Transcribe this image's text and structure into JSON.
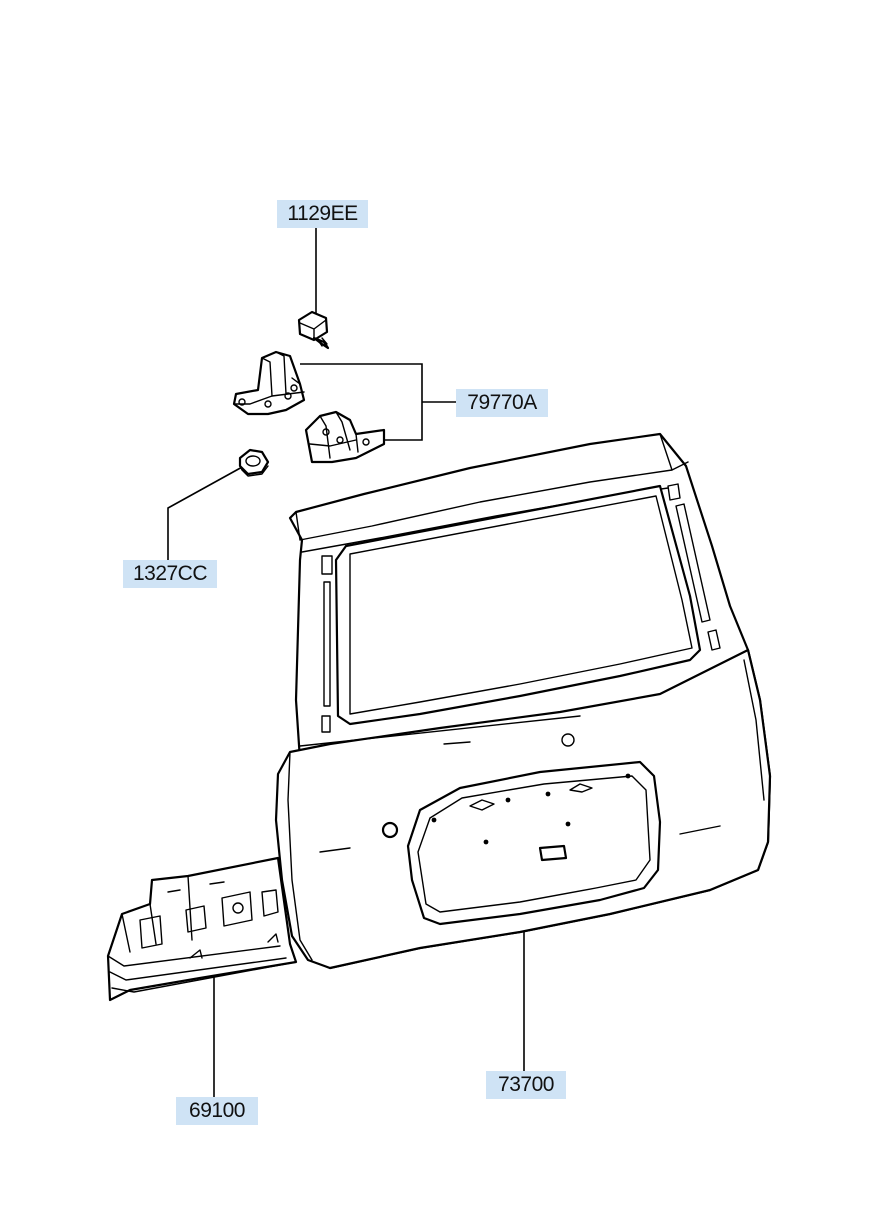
{
  "callouts": {
    "bolt": "1129EE",
    "hinge": "79770A",
    "nut": "1327CC",
    "tailgate": "73700",
    "rear_panel": "69100"
  }
}
